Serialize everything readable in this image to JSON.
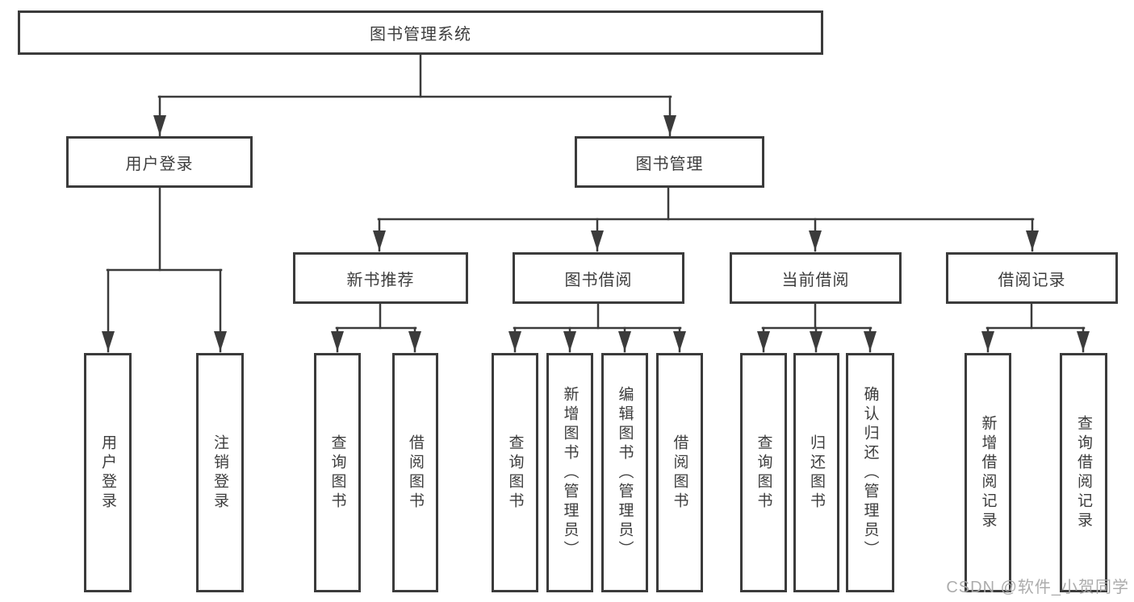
{
  "diagram": {
    "watermark": "CSDN @软件_小贺同学",
    "colors": {
      "line": "#3b3b3b",
      "text": "#3d3d3d",
      "box_background": "#ffffff",
      "watermark": "#a8a8a8"
    },
    "nodes": {
      "root": {
        "label": "图书管理系统"
      },
      "user_login": {
        "label": "用户登录"
      },
      "book_mgmt": {
        "label": "图书管理"
      },
      "new_book_rec": {
        "label": "新书推荐"
      },
      "book_borrow": {
        "label": "图书借阅"
      },
      "current_borrow": {
        "label": "当前借阅"
      },
      "borrow_record": {
        "label": "借阅记录"
      },
      "leaf_user_login": {
        "label": "用户登录"
      },
      "leaf_logout": {
        "label": "注销登录"
      },
      "leaf_query_book_1": {
        "label": "查询图书"
      },
      "leaf_borrow_book_1": {
        "label": "借阅图书"
      },
      "leaf_query_book_2": {
        "label": "查询图书"
      },
      "leaf_add_book": {
        "label": "新增图书（管理员）"
      },
      "leaf_edit_book": {
        "label": "编辑图书（管理员）"
      },
      "leaf_borrow_book_2": {
        "label": "借阅图书"
      },
      "leaf_query_book_3": {
        "label": "查询图书"
      },
      "leaf_return_book": {
        "label": "归还图书"
      },
      "leaf_confirm_return": {
        "label": "确认归还（管理员）"
      },
      "leaf_add_record": {
        "label": "新增借阅记录"
      },
      "leaf_query_record": {
        "label": "查询借阅记录"
      }
    }
  }
}
